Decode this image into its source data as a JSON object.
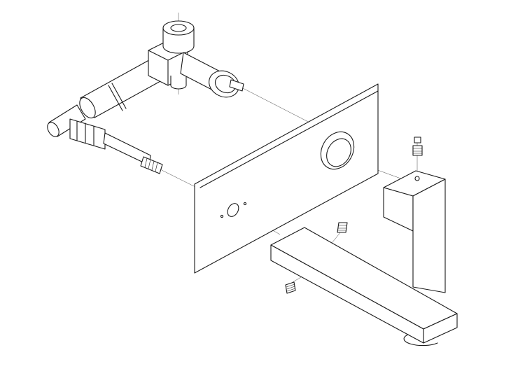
{
  "figure": {
    "kind": "exploded assembly line drawing",
    "line_color": "#1a1a1a",
    "background": "#ffffff",
    "components": [
      "mixing-valve-body",
      "valve-cartridge",
      "wall-cover-plate",
      "spout-mounting-block",
      "spout",
      "grub-screw"
    ]
  }
}
